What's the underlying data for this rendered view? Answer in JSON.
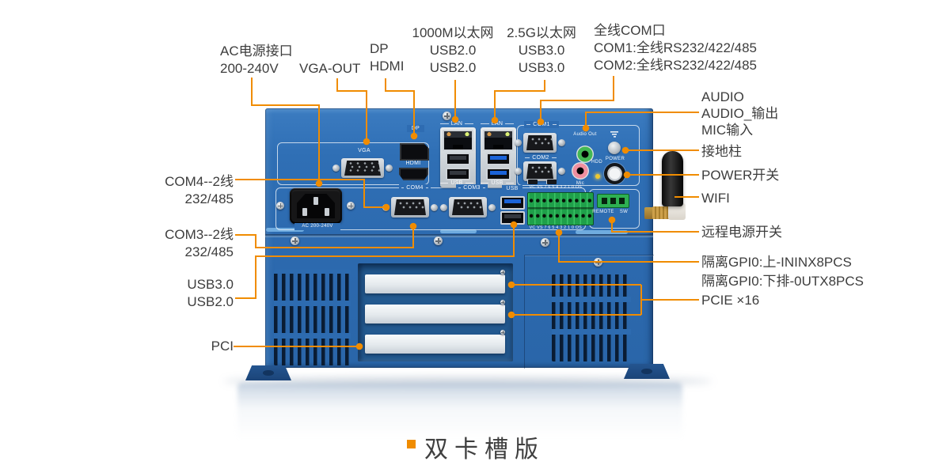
{
  "colors": {
    "accent": "#F08C00",
    "chassis_blue": "#2E6CB2",
    "label_text": "#3D3D3D"
  },
  "callouts": {
    "ac_power": {
      "lines": [
        "AC电源接口",
        "200-240V"
      ]
    },
    "vga_out": {
      "lines": [
        "VGA-OUT"
      ]
    },
    "dp_hdmi": {
      "lines": [
        "DP",
        "HDMI"
      ]
    },
    "eth_1000m": {
      "lines": [
        "1000M以太网",
        "USB2.0",
        "USB2.0"
      ]
    },
    "eth_25g": {
      "lines": [
        "2.5G以太网",
        "USB3.0",
        "USB3.0"
      ]
    },
    "com_full": {
      "lines": [
        "全线COM口",
        "COM1:全线RS232/422/485",
        "COM2:全线RS232/422/485"
      ]
    },
    "com4": {
      "lines": [
        "COM4--2线",
        "232/485"
      ]
    },
    "com3": {
      "lines": [
        "COM3--2线",
        "232/485"
      ]
    },
    "usb_rear": {
      "lines": [
        "USB3.0",
        "USB2.0"
      ]
    },
    "pci": {
      "lines": [
        "PCI"
      ]
    },
    "audio": {
      "lines": [
        "AUDIO",
        "AUDIO_输出",
        "MIC输入"
      ]
    },
    "ground": {
      "lines": [
        "接地柱"
      ]
    },
    "power_switch": {
      "lines": [
        "POWER开关"
      ]
    },
    "wifi": {
      "lines": [
        "WIFI"
      ]
    },
    "remote_power": {
      "lines": [
        "远程电源开关"
      ]
    },
    "gpio": {
      "lines": [
        "隔离GPI0:上-ININX8PCS",
        "隔离GPI0:下排-0UTX8PCS"
      ]
    },
    "pcie": {
      "lines": [
        "PCIE ×16"
      ]
    }
  },
  "panel": {
    "vga": "VGA",
    "dp": "DP",
    "hdmi": "HDMI",
    "lan": "LAN",
    "usb": "USB",
    "com1": "COM1",
    "com2": "COM2",
    "com3": "COM3",
    "com4": "COM4",
    "audio_out": "Audio Out",
    "mic": "Mic",
    "hdd": "HDD",
    "power": "POWER",
    "remote": "REMOTE",
    "sw": "SW",
    "ac_rating": "AC 200-240V",
    "gpio_pins": "VC VS 7 6 5 4 3 2 1 0 OS"
  },
  "caption": {
    "text": "双卡槽版"
  }
}
